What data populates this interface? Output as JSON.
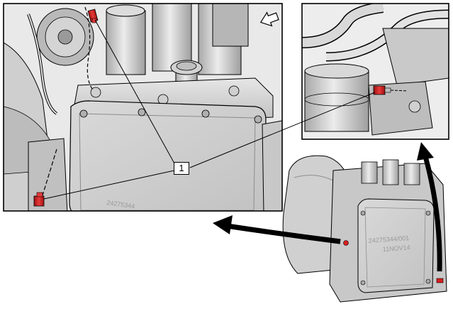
{
  "figure": {
    "callout_number": "1",
    "panel_left_casting_text": "24275344",
    "overview_casting_text_line1": "24275344/001",
    "overview_casting_text_line2": "11NOV14"
  },
  "colors": {
    "connector_highlight": "#d81e1e",
    "line_art": "#000000",
    "metal_light": "#dcdcdc",
    "metal_mid": "#c4c4c4",
    "metal_dark": "#8e8e8e"
  },
  "icons": {
    "view_direction": "view-direction-arrow-icon"
  }
}
